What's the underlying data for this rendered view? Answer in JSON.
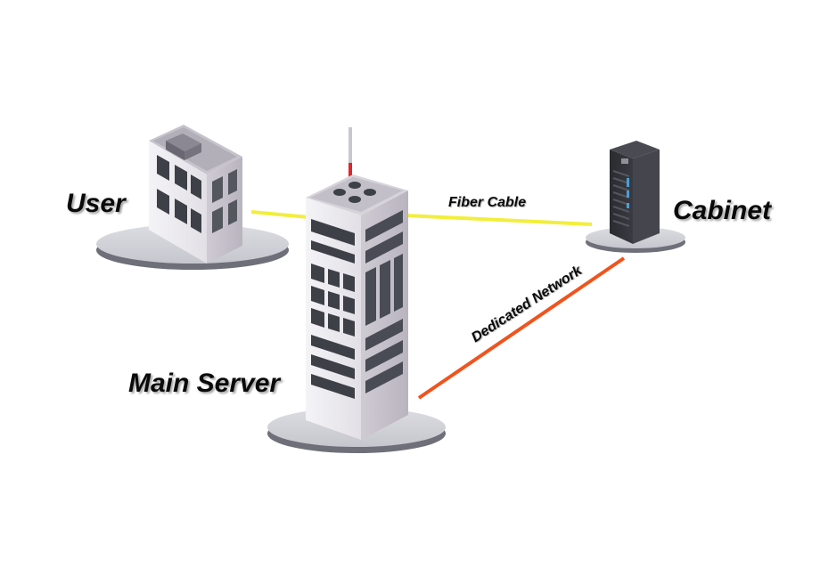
{
  "nodes": {
    "user": {
      "label": "User"
    },
    "main_server": {
      "label": "Main Server"
    },
    "cabinet": {
      "label": "Cabinet"
    }
  },
  "links": {
    "fiber_cable": {
      "label": "Fiber Cable",
      "color": "#f2ee3c"
    },
    "dedicated_network": {
      "label": "Dedicated Network",
      "color": "#f0541e"
    }
  },
  "colors": {
    "platform": "#cfd0d6",
    "platform_edge": "#6e6f78",
    "building_light": "#eceaf0",
    "building_shade": "#c5c1cb",
    "window": "#3e4048",
    "rack": "#2e2f34",
    "rack_led": "#4a9fd6",
    "antenna_tip": "#e0242c"
  }
}
